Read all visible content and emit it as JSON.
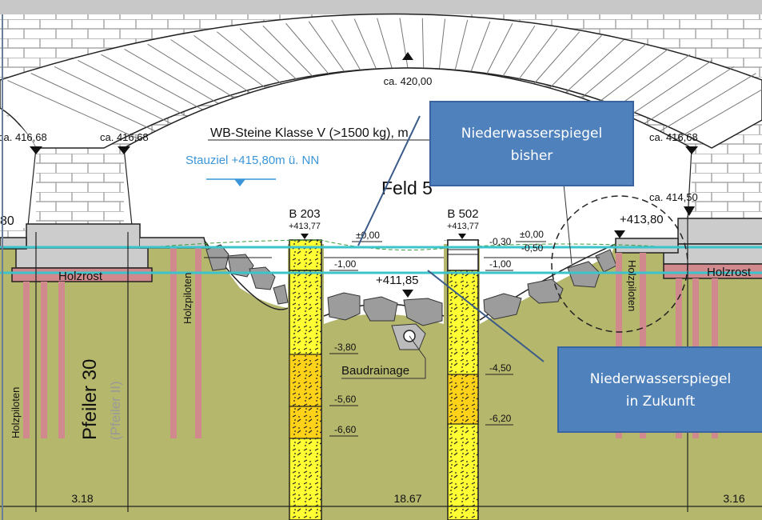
{
  "colors": {
    "callout_fill": "#4f81bd",
    "callout_border": "#3a64a0",
    "water_line": "#3cc4cc",
    "soil": "#b5b76c",
    "pile": "#d08a8e",
    "stauziel": "#3a96d8",
    "borehole_sand": "#ffff33",
    "borehole_gravel": "#ffd21a"
  },
  "arch": {
    "crown": "ca. 420,00",
    "springing_left_1": "ca. 416,68",
    "springing_left_2": "ca. 416,68",
    "springing_right": "ca. 416,68",
    "cut_label_left": "80"
  },
  "labels": {
    "wb_steine": "WB-Steine Klasse V (>1500 kg), m",
    "stauziel": "Stauziel +415,80m ü. NN",
    "feld": "Feld 5",
    "bed_level": "+411,85",
    "baudrainage": "Baudrainage",
    "right_top": "+413,80",
    "right_pier": "ca. 414,50",
    "holzrost_left": "Holzrost",
    "holzrost_right": "Holzrost",
    "holzpiloten_1": "Holzpiloten",
    "holzpiloten_2": "Holzpiloten",
    "holzpiloten_3": "Holzpiloten",
    "pfeiler": "Pfeiler 30",
    "pfeiler_old": "(Pfeiler II)"
  },
  "boreholes": [
    {
      "name": "B 203",
      "top": "+413,77",
      "levels": [
        "±0,00",
        "-1,00",
        "-3,80",
        "-5,60",
        "-6,60"
      ]
    },
    {
      "name": "B 502",
      "top": "+413,77",
      "levels": [
        "-0,30",
        "±0,00",
        "-0,50",
        "-1,00",
        "-4,50",
        "-6,20"
      ]
    }
  ],
  "dimensions": [
    "3.18",
    "18.67",
    "3.16"
  ],
  "callouts": [
    {
      "line1": "Niederwasserspiegel",
      "line2": "bisher"
    },
    {
      "line1": "Niederwasserspiegel",
      "line2": "in Zukunft"
    }
  ]
}
